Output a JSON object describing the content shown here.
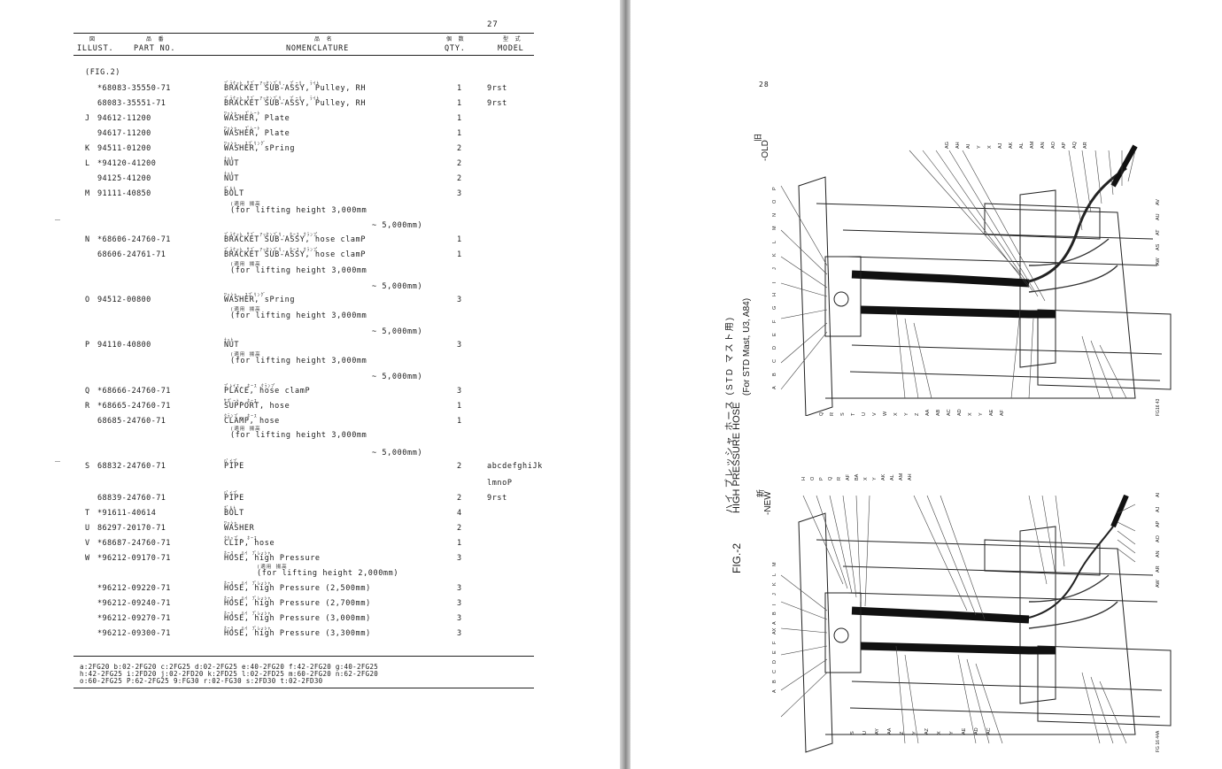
{
  "left": {
    "page_number": "27",
    "headers": {
      "illust_jp": "図",
      "illust": "ILLUST.",
      "partno_jp": "品 番",
      "partno": "PART NO.",
      "nomen_jp": "品 名",
      "nomen": "NOMENCLATURE",
      "qty_jp": "個 数",
      "qty": "QTY.",
      "model_jp": "型 式",
      "model": "MODEL"
    },
    "fig_label": "(FIG.2)",
    "rows": [
      {
        "key": "",
        "part": "*68083-35550-71",
        "kana": "ﾌﾞﾗｹｯﾄ ｻﾌﾞ ｱｯｾﾝﾌﾞﾘ, ﾌﾟｰﾘ, ﾗｲﾄ",
        "name": "BRACKET SUB-ASSY, Pulley, RH",
        "qty": "1",
        "model": "9rst"
      },
      {
        "key": "",
        "part": "68083-35551-71",
        "kana": "ﾌﾞﾗｹｯﾄ ｻﾌﾞ ｱｯｾﾝﾌﾞﾘ, ﾌﾟｰﾘ, ﾗｲﾄ",
        "name": "BRACKET SUB-ASSY, Pulley, RH",
        "qty": "1",
        "model": "9rst"
      },
      {
        "key": "J",
        "part": "94612-11200",
        "kana": "ﾜｯｼｬ, ﾌﾟﾚｰﾄ",
        "name": "WASHER, Plate",
        "qty": "1",
        "model": ""
      },
      {
        "key": "",
        "part": "94617-11200",
        "kana": "ﾜｯｼｬ, ﾌﾟﾚｰﾄ",
        "name": "WASHER, Plate",
        "qty": "1",
        "model": ""
      },
      {
        "key": "K",
        "part": "94511-01200",
        "kana": "ﾜｯｼｬ, ｽﾌﾟﾘﾝｸﾞ",
        "name": "WASHER, sPring",
        "qty": "2",
        "model": ""
      },
      {
        "key": "L",
        "part": "*94120-41200",
        "kana": "ﾅｯﾄ",
        "name": "NUT",
        "qty": "2",
        "model": ""
      },
      {
        "key": "",
        "part": "94125-41200",
        "kana": "ﾅｯﾄ",
        "name": "NUT",
        "qty": "2",
        "model": ""
      },
      {
        "key": "M",
        "part": "91111-40850",
        "kana": "ﾎﾞﾙﾄ",
        "name": "BOLT",
        "qty": "3",
        "model": ""
      },
      {
        "key": "N",
        "part": "*68606-24760-71",
        "kana": "ﾌﾞﾗｹｯﾄ ｻﾌﾞ ｱｯｾﾝﾌﾞﾘ, ﾎｰｽ ｸﾗﾝﾌﾟ",
        "name": "BRACKET SUB-ASSY, hose clamP",
        "qty": "1",
        "model": ""
      },
      {
        "key": "",
        "part": "68606-24761-71",
        "kana": "ﾌﾞﾗｹｯﾄ ｻﾌﾞ ｱｯｾﾝﾌﾞﾘ, ﾎｰｽ ｸﾗﾝﾌﾟ",
        "name": "BRACKET SUB-ASSY, hose clamP",
        "qty": "1",
        "model": ""
      },
      {
        "key": "O",
        "part": "94512-00800",
        "kana": "ﾜｯｼｬ, ｽﾌﾟﾘﾝｸﾞ",
        "name": "WASHER, sPring",
        "qty": "3",
        "model": ""
      },
      {
        "key": "P",
        "part": "94110-40800",
        "kana": "ﾅｯﾄ",
        "name": "NUT",
        "qty": "3",
        "model": ""
      },
      {
        "key": "Q",
        "part": "*68666-24760-71",
        "kana": "ﾌﾟﾚｲｽ, ﾎｰｽ ｸﾗﾝﾌﾟ",
        "name": "PLACE, hose clamP",
        "qty": "3",
        "model": ""
      },
      {
        "key": "R",
        "part": "*68665-24760-71",
        "kana": "ｻﾎﾟｰﾄ, ﾎｰｽ",
        "name": "SUPPORT, hose",
        "qty": "1",
        "model": ""
      },
      {
        "key": "",
        "part": "68685-24760-71",
        "kana": "ｸﾗﾝﾌﾟ, ﾎｰｽ",
        "name": "CLAMP, hose",
        "qty": "1",
        "model": ""
      },
      {
        "key": "S",
        "part": "68832-24760-71",
        "kana": "ﾊﾟｲﾌﾟ",
        "name": "PIPE",
        "qty": "2",
        "model": "abcdefghiJk"
      },
      {
        "key": "",
        "part": "",
        "kana": "",
        "name": "",
        "qty": "",
        "model": "lmnoP"
      },
      {
        "key": "",
        "part": "68839-24760-71",
        "kana": "ﾊﾟｲﾌﾟ",
        "name": "PIPE",
        "qty": "2",
        "model": "9rst"
      },
      {
        "key": "T",
        "part": "*91611-40614",
        "kana": "ﾎﾞﾙﾄ",
        "name": "BOLT",
        "qty": "4",
        "model": ""
      },
      {
        "key": "U",
        "part": "86297-20170-71",
        "kana": "ﾜｯｼｬ",
        "name": "WASHER",
        "qty": "2",
        "model": ""
      },
      {
        "key": "V",
        "part": "*68687-24760-71",
        "kana": "ｸﾘｯﾌﾟ, ﾎｰｽ",
        "name": "CLIP, hose",
        "qty": "1",
        "model": ""
      },
      {
        "key": "W",
        "part": "*96212-09170-71",
        "kana": "ﾎｰｽ, ﾊｲ ﾌﾟﾚｯｼｬ",
        "name": "HOSE, high Pressure",
        "qty": "3",
        "model": ""
      },
      {
        "key": "",
        "part": "*96212-09220-71",
        "kana": "ﾎｰｽ, ﾊｲ ﾌﾟﾚｯｼｬ",
        "name": "HOSE, high Pressure (2,500mm)",
        "qty": "3",
        "model": ""
      },
      {
        "key": "",
        "part": "*96212-09240-71",
        "kana": "ﾎｰｽ, ﾊｲ ﾌﾟﾚｯｼｬ",
        "name": "HOSE, high Pressure (2,700mm)",
        "qty": "3",
        "model": ""
      },
      {
        "key": "",
        "part": "*96212-09270-71",
        "kana": "ﾎｰｽ, ﾊｲ ﾌﾟﾚｯｼｬ",
        "name": "HOSE, high Pressure (3,000mm)",
        "qty": "3",
        "model": ""
      },
      {
        "key": "",
        "part": "*96212-09300-71",
        "kana": "ﾎｰｽ, ﾊｲ ﾌﾟﾚｯｼｬ",
        "name": "HOSE, high Pressure (3,300mm)",
        "qty": "3",
        "model": ""
      }
    ],
    "notes": {
      "applicable_jp": "(適用 揚高",
      "lifting_3000": "(for lifting height 3,000mm",
      "lifting_5000": "~ 5,000mm)",
      "lifting_2000": "(for lifting height 2,000mm)"
    },
    "legend_lines": [
      "a:2FG20    b:02-2FG20  c:2FG25    d:02-2FG25  e:40-2FG20  f:42-2FG20  g:40-2FG25",
      "h:42-2FG25  i:2FD20    j:02-2FD20  k:2FD25    l:02-2FD25  m:60-2FG20  n:62-2FG20",
      "o:60-2FG25  P:62-2FG25  9:FG30    r:02-FG30   s:2FD30    t:02-2FD30"
    ]
  },
  "right": {
    "page_number": "28",
    "fig_label": "FIG.-2",
    "title_jp": "ハイ プレッシャ ホース (STD マスト用)",
    "title_en": "HIGH PRESSURE HOSE",
    "title_sub": "(For STD Mast, U3, A84)",
    "old_jp": "旧",
    "old_label": "-OLD",
    "new_jp": "新",
    "new_label": "-NEW",
    "old_callouts_top": [
      "AG",
      "AH",
      "AI",
      "Y",
      "X",
      "AJ",
      "AK",
      "AL",
      "AM",
      "AN",
      "AO",
      "AP",
      "AQ",
      "AR"
    ],
    "old_callouts_right": [
      "AV",
      "AU",
      "AT",
      "AS",
      "AW"
    ],
    "old_callouts_left": [
      "P",
      "O",
      "N",
      "M",
      "L",
      "K",
      "J",
      "I",
      "H",
      "G",
      "F",
      "E",
      "D",
      "C",
      "B",
      "A"
    ],
    "old_callouts_bottom": [
      "Q",
      "R",
      "S",
      "T",
      "U",
      "V",
      "W",
      "X",
      "Y",
      "Z",
      "AA",
      "AB",
      "AC",
      "AD",
      "X",
      "Y",
      "AE",
      "AF"
    ],
    "new_callouts_top": [
      "H",
      "O",
      "P",
      "Q",
      "R",
      "AF",
      "BA",
      "X",
      "Y",
      "AK",
      "AL",
      "AM",
      "AH"
    ],
    "new_callouts_right": [
      "AI",
      "AJ",
      "AP",
      "AO",
      "AN",
      "AR",
      "AW"
    ],
    "new_callouts_left": [
      "M",
      "L",
      "K",
      "J",
      "I",
      "B",
      "A",
      "AX",
      "F",
      "E",
      "D",
      "C",
      "B",
      "A"
    ],
    "new_callouts_bottom": [
      "S",
      "U",
      "AY",
      "AA",
      "Z",
      "Y",
      "AZ",
      "X",
      "Y",
      "AE",
      "AD",
      "AC"
    ],
    "drawing_code_old": "FG16 43",
    "drawing_code_new": "FG 16 44A"
  }
}
